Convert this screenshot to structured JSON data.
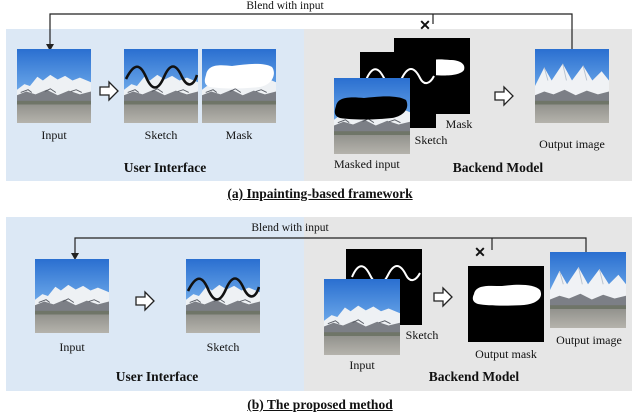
{
  "top": {
    "blend_label": "Blend with input",
    "ui_title": "User Interface",
    "backend_title": "Backend Model",
    "caption": "(a) Inpainting-based  framework",
    "input_label": "Input",
    "sketch_label": "Sketch",
    "mask_label": "Mask",
    "masked_input_label": "Masked input",
    "backend_sketch_label": "Sketch",
    "backend_mask_label": "Mask",
    "output_label": "Output image"
  },
  "bottom": {
    "blend_label": "Blend with input",
    "ui_title": "User Interface",
    "backend_title": "Backend Model",
    "caption": "(b) The proposed method",
    "input_label": "Input",
    "sketch_label": "Sketch",
    "backend_input_label": "Input",
    "backend_sketch_label": "Sketch",
    "output_mask_label": "Output mask",
    "output_label": "Output image"
  },
  "colors": {
    "ui_panel": "#dce8f5",
    "backend_panel": "#e6e6e6",
    "arrow": "#222222"
  },
  "icons": {
    "blocked": "x-mark",
    "flow": "hollow-right-arrow"
  }
}
